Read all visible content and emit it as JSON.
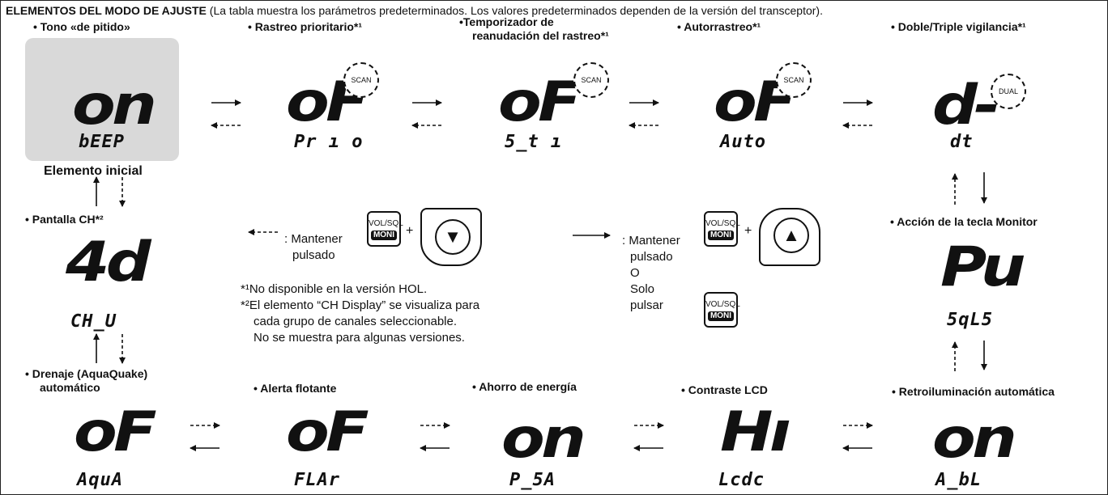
{
  "title_bold": "ELEMENTOS DEL MODO DE AJUSTE",
  "title_rest": " (La tabla muestra los parámetros predeterminados. Los valores predeterminados dependen de la versión del transceptor).",
  "items": {
    "beep": {
      "label": "• Tono «de pitido»",
      "big": "on",
      "small": "bEEP"
    },
    "prio": {
      "label": "• Rastreo prioritario*¹",
      "big": "oF",
      "small": "Pr ı o",
      "badge": "SCAN"
    },
    "sti": {
      "label_line1": "•Temporizador de",
      "label_line2": "reanudación del rastreo*¹",
      "big": "oF",
      "small": "5_t ı",
      "badge": "SCAN"
    },
    "auto": {
      "label": "• Autorrastreo*¹",
      "big": "oF",
      "small": "Auto",
      "badge": "SCAN"
    },
    "dt": {
      "label": "• Doble/Triple vigilancia*¹",
      "big": "d-",
      "small": "dt",
      "badge": "DUAL"
    },
    "chu": {
      "label": "• Pantalla CH*²",
      "big": "4d",
      "small": "CH_U"
    },
    "moni": {
      "label": "• Acción de la tecla Monitor",
      "big": "Pu",
      "small": "5qL5"
    },
    "aqua": {
      "label_line1": "• Drenaje (AquaQuake)",
      "label_line2": "automático",
      "big": "oF",
      "small": "AquA"
    },
    "flar": {
      "label": "• Alerta flotante",
      "big": "oF",
      "small": "FLAr"
    },
    "psa": {
      "label": "• Ahorro de energía",
      "big": "on",
      "small": "P_5A"
    },
    "lcdc": {
      "label": "• Contraste LCD",
      "big": "Hı",
      "small": "Lcdc"
    },
    "abl": {
      "label": "• Retroiluminación automática",
      "big": "on",
      "small": "A_bL"
    }
  },
  "initial_label": "Elemento inicial",
  "legend": {
    "back_line1": ": Mantener",
    "back_line2": "pulsado",
    "fwd_line1": ": Mantener",
    "fwd_line2": "pulsado",
    "fwd_or": "O",
    "fwd_line4": "Solo",
    "fwd_line5": "pulsar",
    "key_vol_top": "VOL/SQL",
    "key_vol_bottom": "MONI",
    "plus": "+",
    "down_glyph": "▼",
    "up_glyph": "▲"
  },
  "notes": {
    "n1": "*¹No disponible en la versión HOL.",
    "n2": "*²El elemento “CH Display” se visualiza para",
    "n3": "cada grupo de canales seleccionable.",
    "n4": "No se muestra para algunas versiones."
  },
  "colors": {
    "initial_bg": "#d9d9d9",
    "ink": "#111111"
  }
}
